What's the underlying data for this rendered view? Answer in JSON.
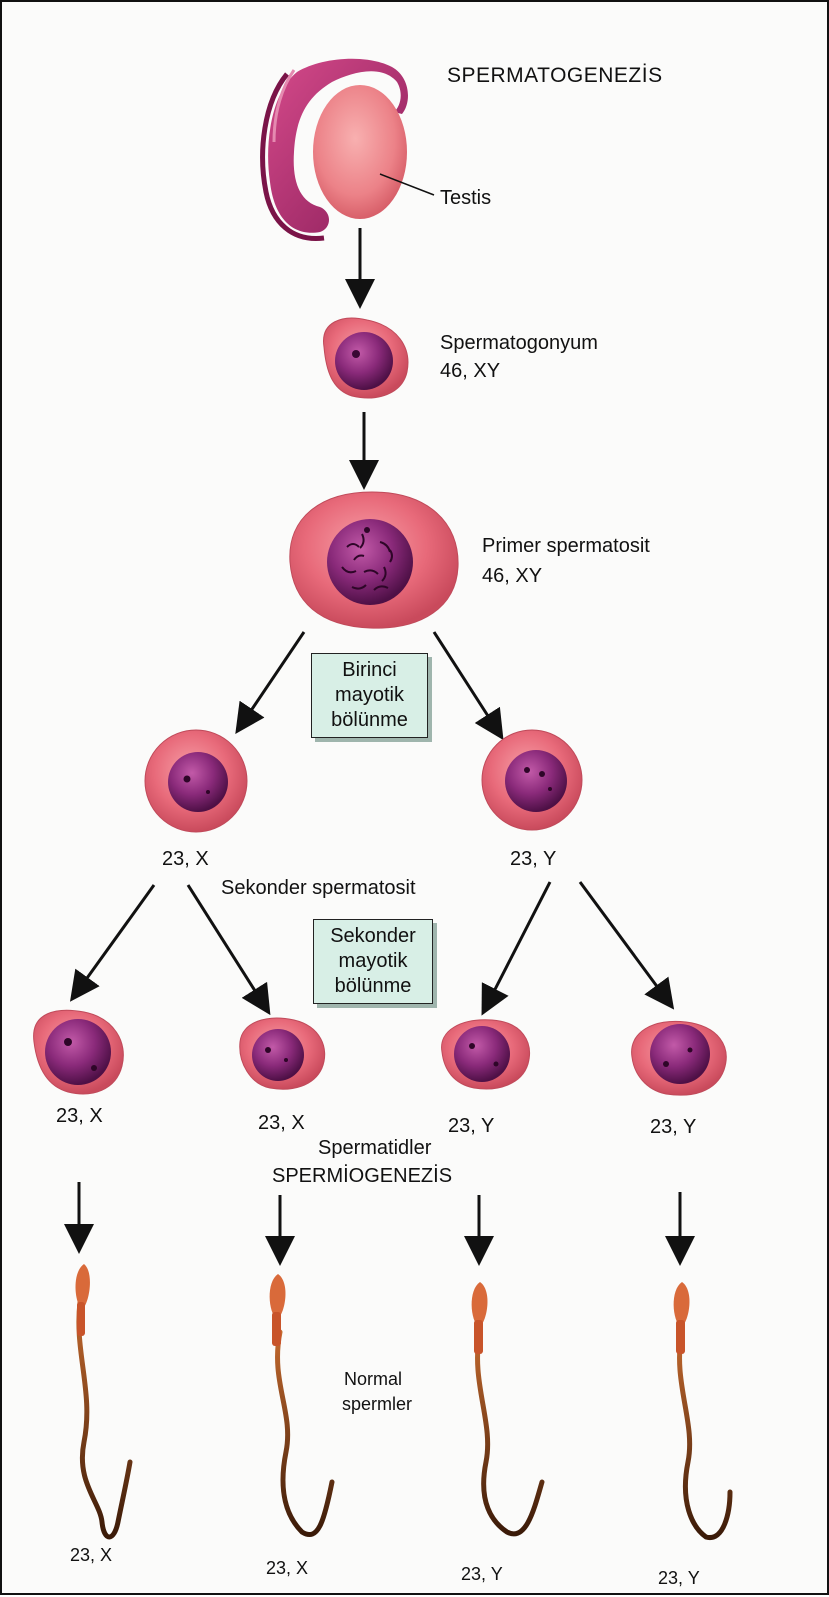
{
  "title": "SPERMATOGENEZİS",
  "testis_label": "Testis",
  "spermatogonium": {
    "name": "Spermatogonyum",
    "karyotype": "46, XY"
  },
  "primary": {
    "name": "Primer spermatosit",
    "karyotype": "46, XY"
  },
  "meiosis1": {
    "lines": [
      "Birinci",
      "mayotik",
      "bölünme"
    ]
  },
  "secondary": {
    "name": "Sekonder spermatosit",
    "left_karyotype": "23, X",
    "right_karyotype": "23, Y"
  },
  "meiosis2": {
    "lines": [
      "Sekonder",
      "mayotik",
      "bölünme"
    ]
  },
  "spermatids": {
    "name": "Spermatidler",
    "karyotypes": [
      "23, X",
      "23, X",
      "23, Y",
      "23, Y"
    ]
  },
  "spermiogenesis_label": "SPERMİOGENEZİS",
  "sperm": {
    "lines": [
      "Normal",
      "spermler"
    ],
    "karyotypes": [
      "23, X",
      "23, X",
      "23, Y",
      "23, Y"
    ]
  },
  "colors": {
    "cytoplasm": "#e86a7a",
    "cytoplasm_dark": "#c94a5c",
    "nucleus": "#8a2a7a",
    "nucleus_dark": "#5a1450",
    "epididymis": "#b8367a",
    "sperm_head": "#d96a3a",
    "sperm_tail": "#8a3a12",
    "box": "#d8efe6",
    "arrow": "#111111"
  }
}
